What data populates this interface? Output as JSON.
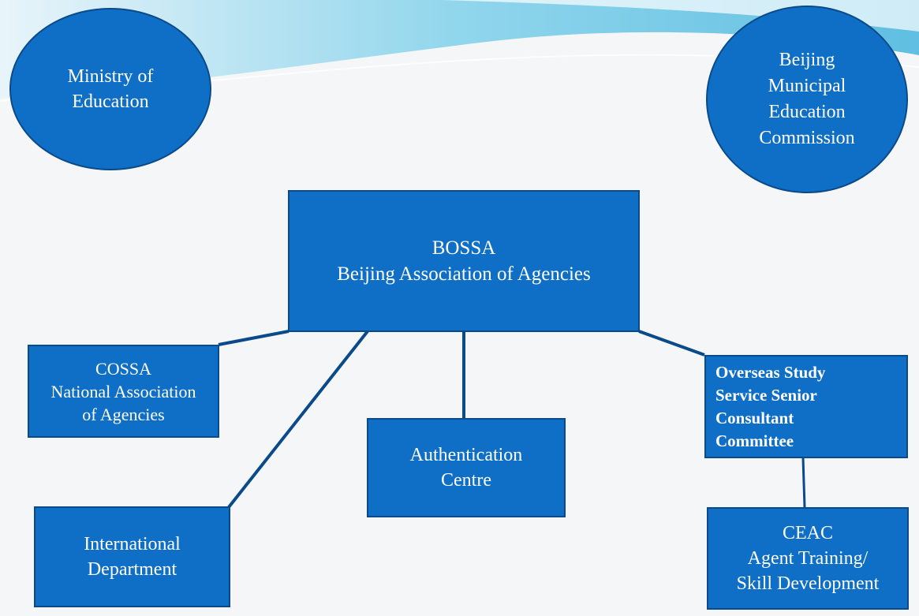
{
  "nodes": {
    "ministry": {
      "lines": [
        "Ministry of",
        "Education"
      ]
    },
    "bmec": {
      "lines": [
        "Beijing",
        "Municipal",
        "Education",
        "Commission"
      ]
    },
    "bossa": {
      "lines": [
        "BOSSA",
        "Beijing Association of Agencies"
      ]
    },
    "cossa": {
      "lines": [
        "COSSA",
        "National Association",
        "of Agencies"
      ]
    },
    "overseas": {
      "lines": [
        "Overseas Study",
        "Service Senior",
        "Consultant",
        "Committee"
      ]
    },
    "authentication": {
      "lines": [
        "Authentication",
        "Centre"
      ]
    },
    "international": {
      "lines": [
        "International",
        "Department"
      ]
    },
    "ceac": {
      "lines": [
        "CEAC",
        "Agent Training/",
        "Skill Development"
      ]
    }
  },
  "colors": {
    "node_fill": "#0f6fc6",
    "node_border": "#0b4a8a",
    "connector": "#0b4a8a",
    "wave_light": "#bfe6f3",
    "wave_mid": "#5fc3e4",
    "text": "#ffffff"
  }
}
